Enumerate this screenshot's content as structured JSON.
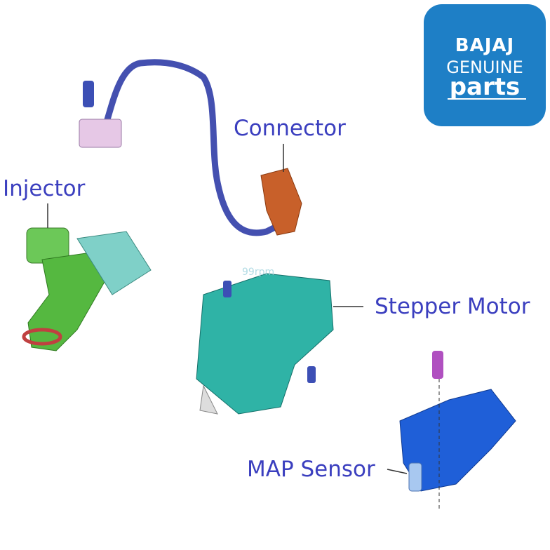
{
  "labels": {
    "connector": "Connector",
    "injector": "Injector",
    "stepper_motor": "Stepper Motor",
    "map_sensor": "MAP Sensor"
  },
  "logo": {
    "brand": "BAJAJ",
    "line2": "GENUINE",
    "line3": "parts",
    "color": "#1e7fc6"
  },
  "watermark": "99rpm",
  "colors": {
    "label": "#3b3fbf",
    "hose": "#4450b0",
    "connector": "#c8602a",
    "injector": "#5ec24a",
    "stepper": "#2fb3a6",
    "map_sensor": "#1f5fd8"
  }
}
